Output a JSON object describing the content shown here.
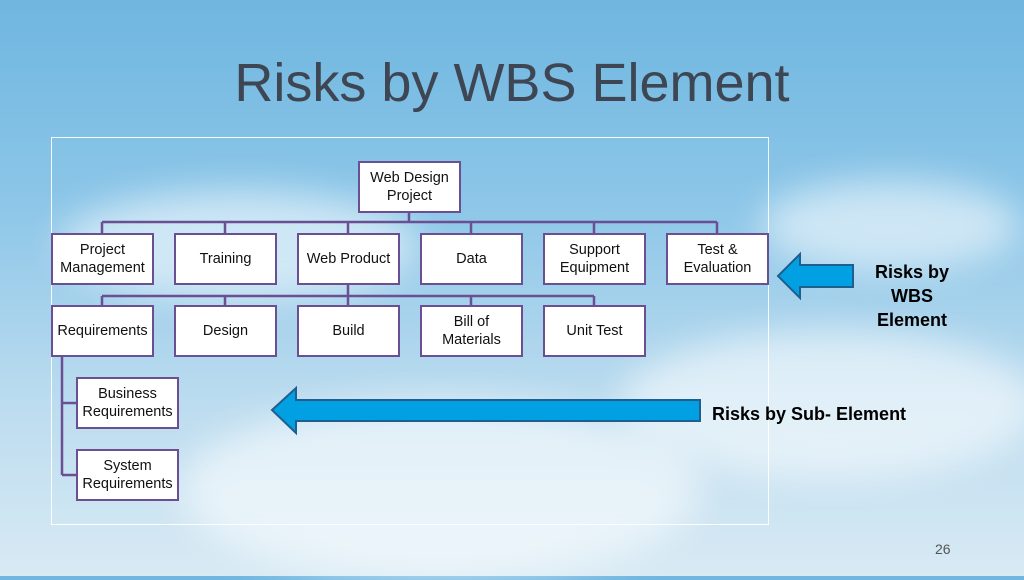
{
  "slide": {
    "title": "Risks by WBS Element",
    "page_number": "26"
  },
  "wbs": {
    "root": "Web Design\nProject",
    "level1": [
      "Project\nManagement",
      "Training",
      "Web Product",
      "Data",
      "Support\nEquipment",
      "Test &\nEvaluation"
    ],
    "level2": [
      "Requirements",
      "Design",
      "Build",
      "Bill of\nMaterials",
      "Unit Test"
    ],
    "level3": [
      "Business\nRequirements",
      "System\nRequirements"
    ]
  },
  "callouts": {
    "element": "Risks by\nWBS\nElement",
    "sub_element": "Risks by Sub- Element"
  },
  "colors": {
    "box_border": "#6b4f93",
    "arrow_fill": "#00a0e3",
    "arrow_stroke": "#1f5f8f",
    "title": "#3d4652"
  }
}
